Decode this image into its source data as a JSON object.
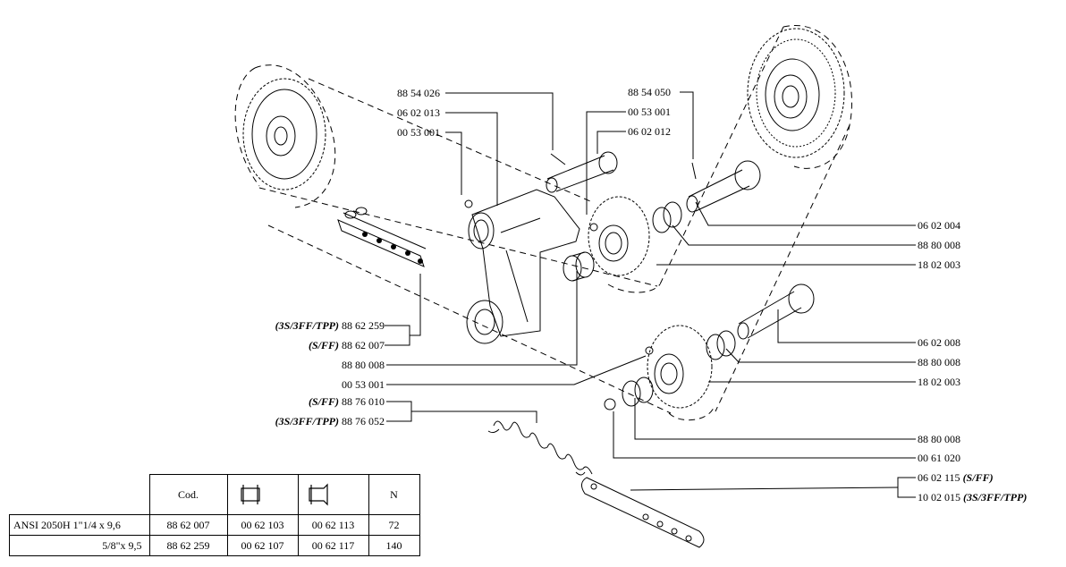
{
  "callouts_left": [
    {
      "code": "88 54 026",
      "note": ""
    },
    {
      "code": "06 02 013",
      "note": ""
    },
    {
      "code": "00 53 001",
      "note": ""
    },
    {
      "code": "88 62 259",
      "note": "(3S/3FF/TPP)"
    },
    {
      "code": "88 62 007",
      "note": "(S/FF)"
    },
    {
      "code": "88 80 008",
      "note": ""
    },
    {
      "code": "00 53 001",
      "note": ""
    },
    {
      "code": "88 76 010",
      "note": "(S/FF)"
    },
    {
      "code": "88 76 052",
      "note": "(3S/3FF/TPP)"
    }
  ],
  "callouts_top": [
    {
      "code": "88 54 050"
    },
    {
      "code": "00 53 001"
    },
    {
      "code": "06 02 012"
    }
  ],
  "callouts_right": [
    {
      "code": "06 02 004",
      "note": ""
    },
    {
      "code": "88 80 008",
      "note": ""
    },
    {
      "code": "18 02 003",
      "note": ""
    },
    {
      "code": "06 02 008",
      "note": ""
    },
    {
      "code": "88 80 008",
      "note": ""
    },
    {
      "code": "18 02 003",
      "note": ""
    },
    {
      "code": "88 80 008",
      "note": ""
    },
    {
      "code": "00 61 020",
      "note": ""
    },
    {
      "code": "06 02 115",
      "note": "(S/FF)"
    },
    {
      "code": "10 02 015",
      "note": "(3S/3FF/TPP)"
    }
  ],
  "table": {
    "header_cod": "Cod.",
    "header_link_icon": "chain-link-icon",
    "header_half_link_icon": "half-link-icon",
    "header_n": "N",
    "rows": [
      {
        "chain": "ANSI 2050H 1\"1/4 x 9,6",
        "cod": "88 62 007",
        "link": "00 62 103",
        "half_link": "00 62 113",
        "n": "72"
      },
      {
        "chain": "5/8\"x 9,5",
        "cod": "88 62 259",
        "link": "00 62 107",
        "half_link": "00 62 117",
        "n": "140"
      }
    ]
  }
}
